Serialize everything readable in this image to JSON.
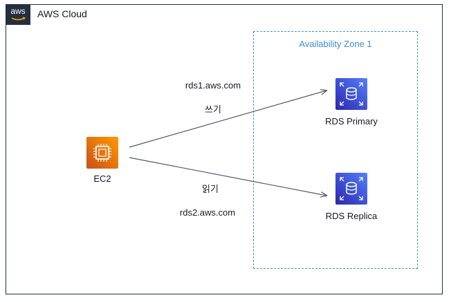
{
  "cloud": {
    "title": "AWS Cloud",
    "logo_text": "aws"
  },
  "zone": {
    "title": "Availability Zone 1"
  },
  "nodes": {
    "ec2": {
      "label": "EC2",
      "icon": "ec2-instance-icon"
    },
    "rds_primary": {
      "label": "RDS Primary",
      "icon": "rds-database-icon"
    },
    "rds_replica": {
      "label": "RDS Replica",
      "icon": "rds-database-icon"
    }
  },
  "edges": {
    "write": {
      "endpoint": "rds1.aws.com",
      "action": "쓰기"
    },
    "read": {
      "action": "읽기",
      "endpoint": "rds2.aws.com"
    }
  },
  "colors": {
    "frame": "#232f3e",
    "zone_border": "#3f8fd2",
    "ec2": "#ff9900",
    "rds": "#527fff",
    "arrow": "#545b64"
  }
}
